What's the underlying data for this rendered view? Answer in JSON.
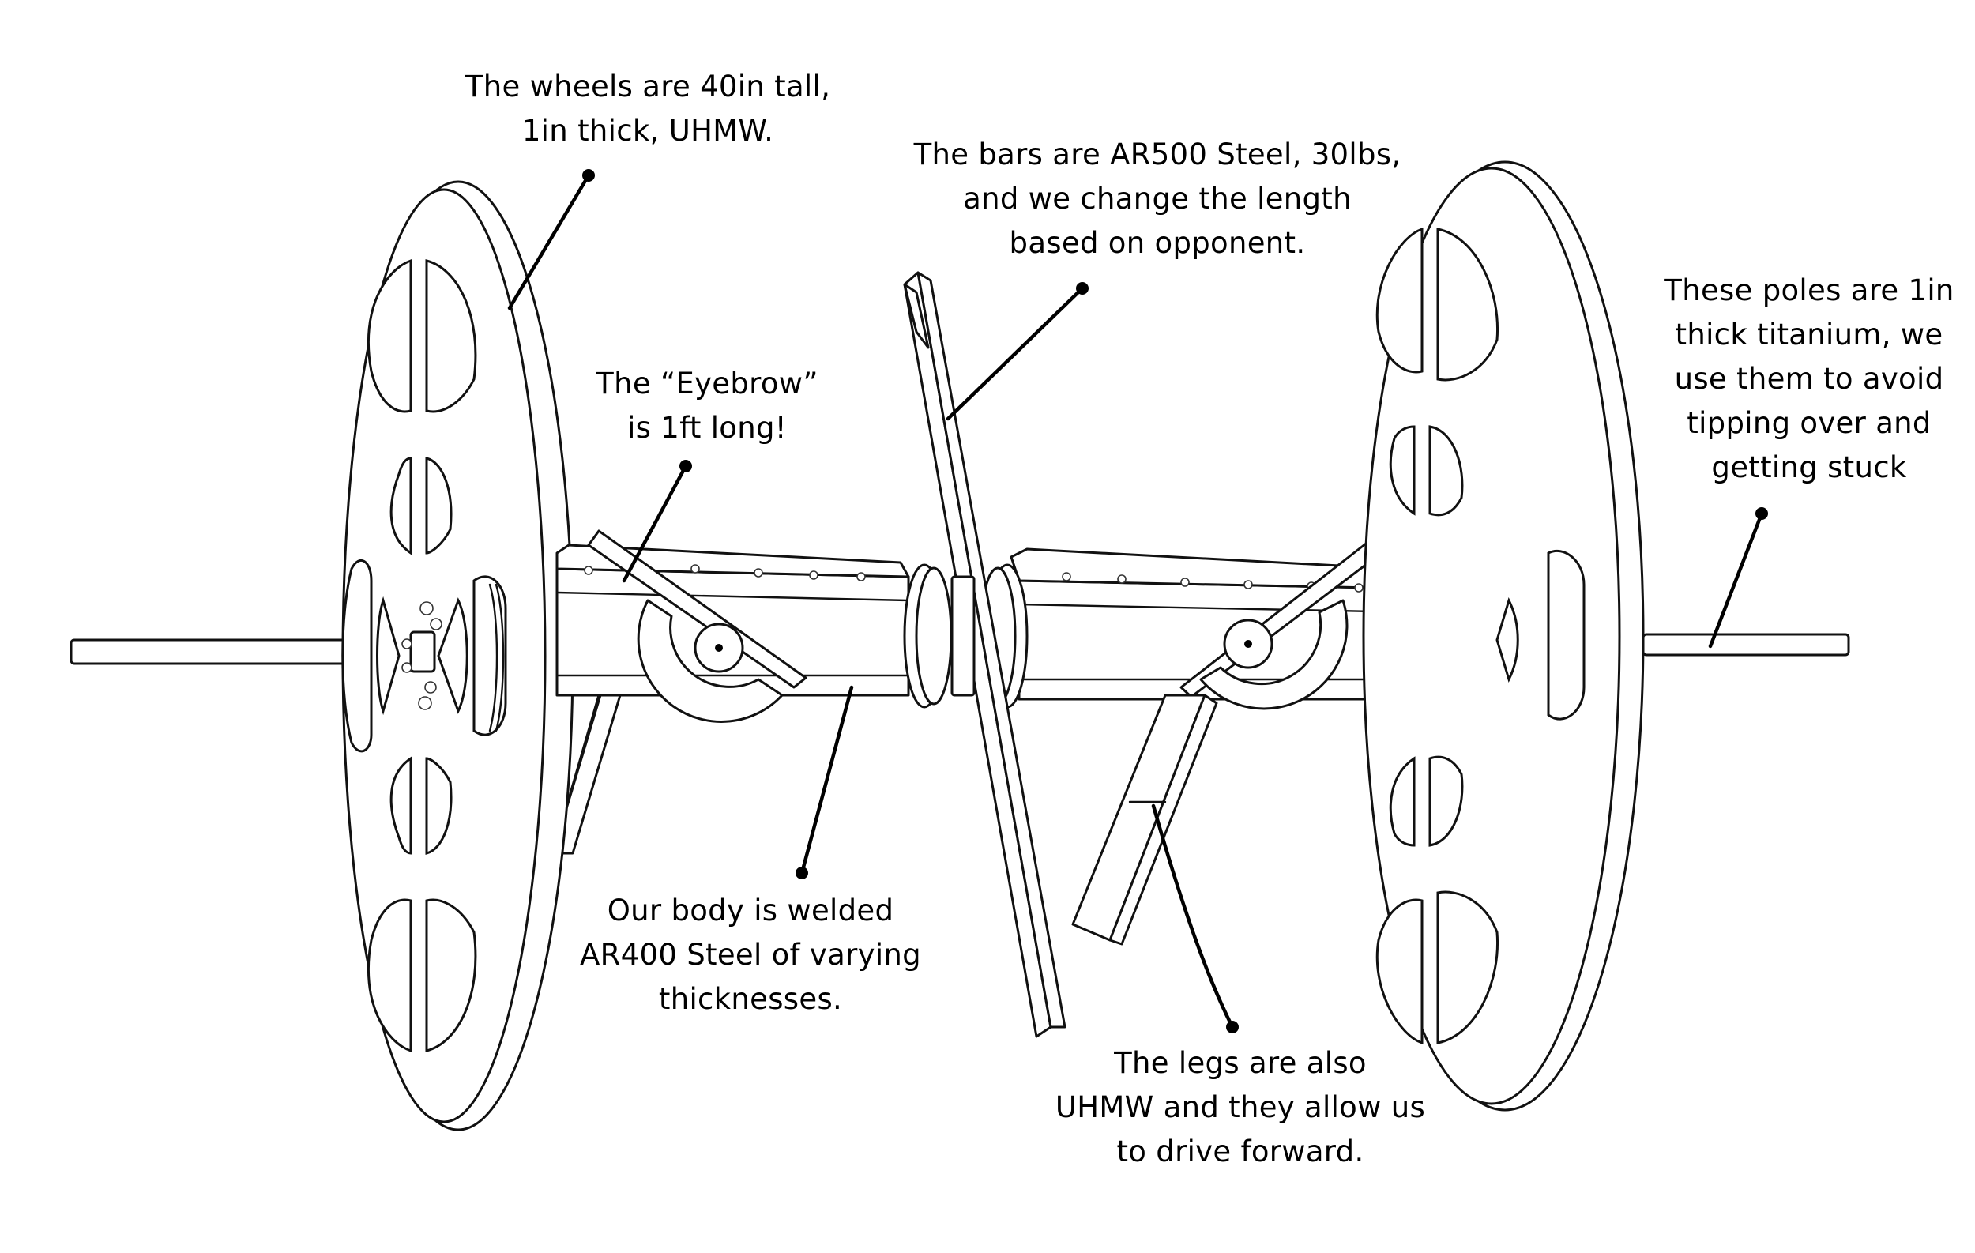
{
  "diagram": {
    "subject": "combat robot CAD drawing with annotation callouts",
    "line_color": "#111111",
    "background": "#ffffff",
    "components": [
      "left-pole",
      "left-wheel",
      "body",
      "left-eyebrow",
      "right-eyebrow",
      "center-bar",
      "left-leg",
      "right-leg",
      "right-wheel",
      "right-pole"
    ]
  },
  "callouts": {
    "wheels": "The wheels are 40in tall,\n1in thick, UHMW.",
    "bars": "The bars are AR500 Steel, 30lbs,\nand we change the length\nbased on opponent.",
    "poles": "These poles are 1in\nthick titanium, we\nuse them to avoid\ntipping over and\ngetting stuck",
    "eyebrow": "The “Eyebrow”\nis 1ft long!",
    "body": "Our body is welded\nAR400 Steel of varying\nthicknesses.",
    "legs": "The legs are also\nUHMW and they allow us\nto drive forward."
  }
}
